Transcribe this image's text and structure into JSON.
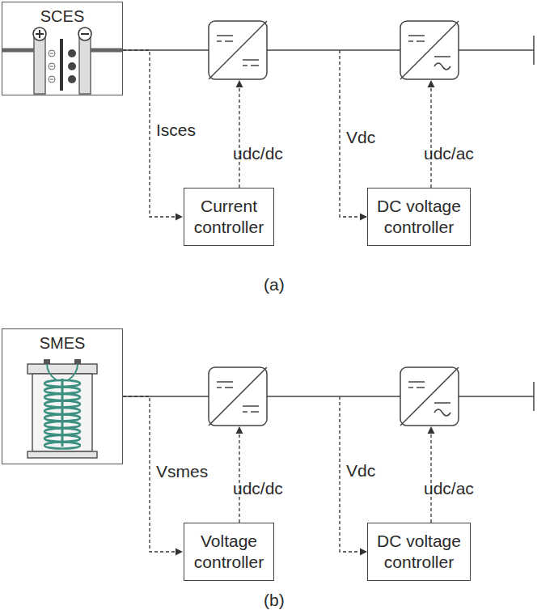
{
  "diagram": {
    "nodes": [
      {
        "text": [
          "SCES"
        ]
      },
      {
        "text": [
          "Current controller"
        ]
      },
      {
        "text": [
          "DC voltage controller"
        ]
      },
      {
        "text": [
          "SMES"
        ]
      },
      {
        "text": [
          "Voltage controller"
        ]
      },
      {
        "text": [
          "DC voltage controller"
        ]
      }
    ],
    "edges": [
      {
        "from": 0,
        "to": 1,
        "arrow": "to",
        "label": "Isces"
      },
      {
        "from": 3,
        "to": 4,
        "arrow": "to",
        "label": "Vsmes"
      }
    ],
    "labels": [
      "Vdc",
      "udc/dc",
      "udc/ac",
      "(a)",
      "Vdc",
      "udc/dc",
      "udc/ac",
      "(b)"
    ]
  }
}
